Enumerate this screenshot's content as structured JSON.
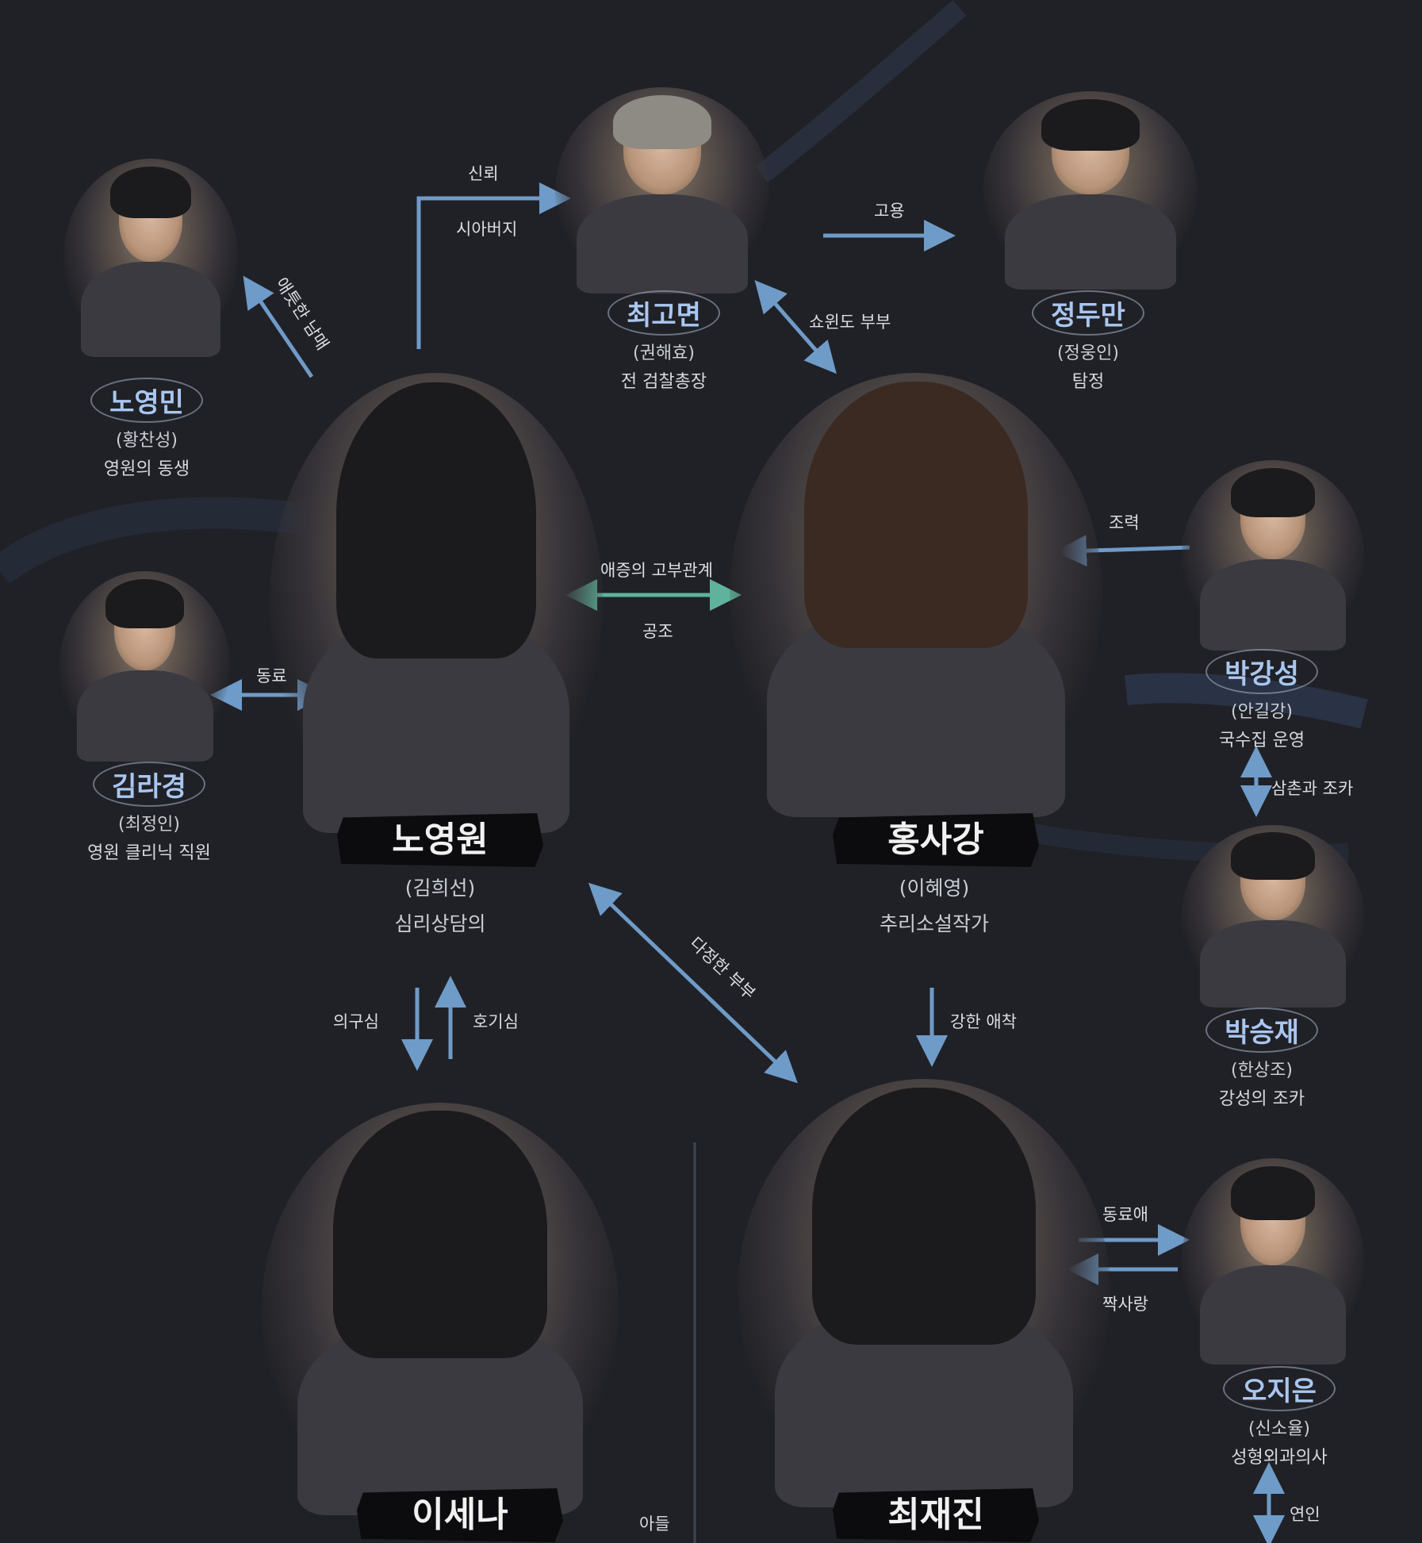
{
  "characters": {
    "roh_youngmin": {
      "name": "노영민",
      "actor": "(황찬성)",
      "role": "영원의 동생"
    },
    "kim_rakyung": {
      "name": "김라경",
      "actor": "(최정인)",
      "role": "영원 클리닉 직원"
    },
    "choi_gomyeon": {
      "name": "최고면",
      "actor": "(권해효)",
      "role": "전 검찰총장"
    },
    "jung_duman": {
      "name": "정두만",
      "actor": "(정웅인)",
      "role": "탐정"
    },
    "park_gangseong": {
      "name": "박강성",
      "actor": "(안길강)",
      "role": "국수집 운영"
    },
    "park_seungjae": {
      "name": "박승재",
      "actor": "(한상조)",
      "role": "강성의 조카"
    },
    "oh_jieun": {
      "name": "오지은",
      "actor": "(신소율)",
      "role": "성형외과의사"
    },
    "roh_youngwon": {
      "name": "노영원",
      "actor": "(김희선)",
      "role": "심리상담의"
    },
    "hong_sagang": {
      "name": "홍사강",
      "actor": "(이혜영)",
      "role": "추리소설작가"
    },
    "lee_sena": {
      "name": "이세나"
    },
    "choi_jaejin": {
      "name": "최재진"
    }
  },
  "relations": {
    "trust": "신뢰",
    "father_in_law": "시아버지",
    "affectionate_siblings": "애틋한 남매",
    "employ": "고용",
    "showwindow_couple": "쇼윈도 부부",
    "love_hate": "애증의 고부관계",
    "cooperation": "공조",
    "coercion": "조력",
    "colleague": "동료",
    "uncle_nephew": "삼촌과 조카",
    "affectionate_couple": "다정한 부부",
    "suspicion": "의구심",
    "curiosity": "호기심",
    "strong_attachment": "강한 애착",
    "colleague_love": "동료애",
    "crush": "짝사랑",
    "son": "아들",
    "lover": "연인"
  }
}
